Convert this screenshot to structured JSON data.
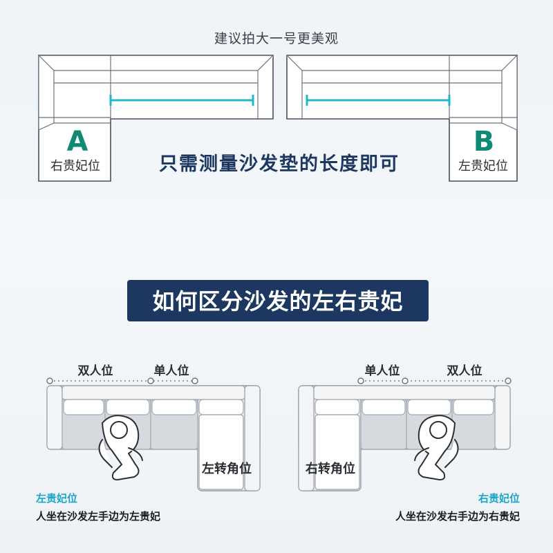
{
  "top": {
    "hint": "建议拍大一号更美观",
    "left_letter": "A",
    "left_seat": "右贵妃位",
    "right_letter": "B",
    "right_seat": "左贵妃位",
    "main_text": "只需测量沙发垫的长度即可"
  },
  "banner": {
    "title": "如何区分沙发的左右贵妃"
  },
  "left_diagram": {
    "double_seat": "双人位",
    "single_seat": "单人位",
    "corner": "左转角位",
    "position_label": "左贵妃位",
    "description": "人坐在沙发左手边为左贵妃"
  },
  "right_diagram": {
    "single_seat": "单人位",
    "double_seat": "双人位",
    "corner": "右转角位",
    "position_label": "右贵妃位",
    "description": "人坐在沙发右手边为右贵妃"
  },
  "colors": {
    "accent_teal": "#0f8a74",
    "accent_cyan": "#1aa6c9",
    "banner_navy": "#1c3760",
    "measure_line": "#1fb8c4"
  }
}
